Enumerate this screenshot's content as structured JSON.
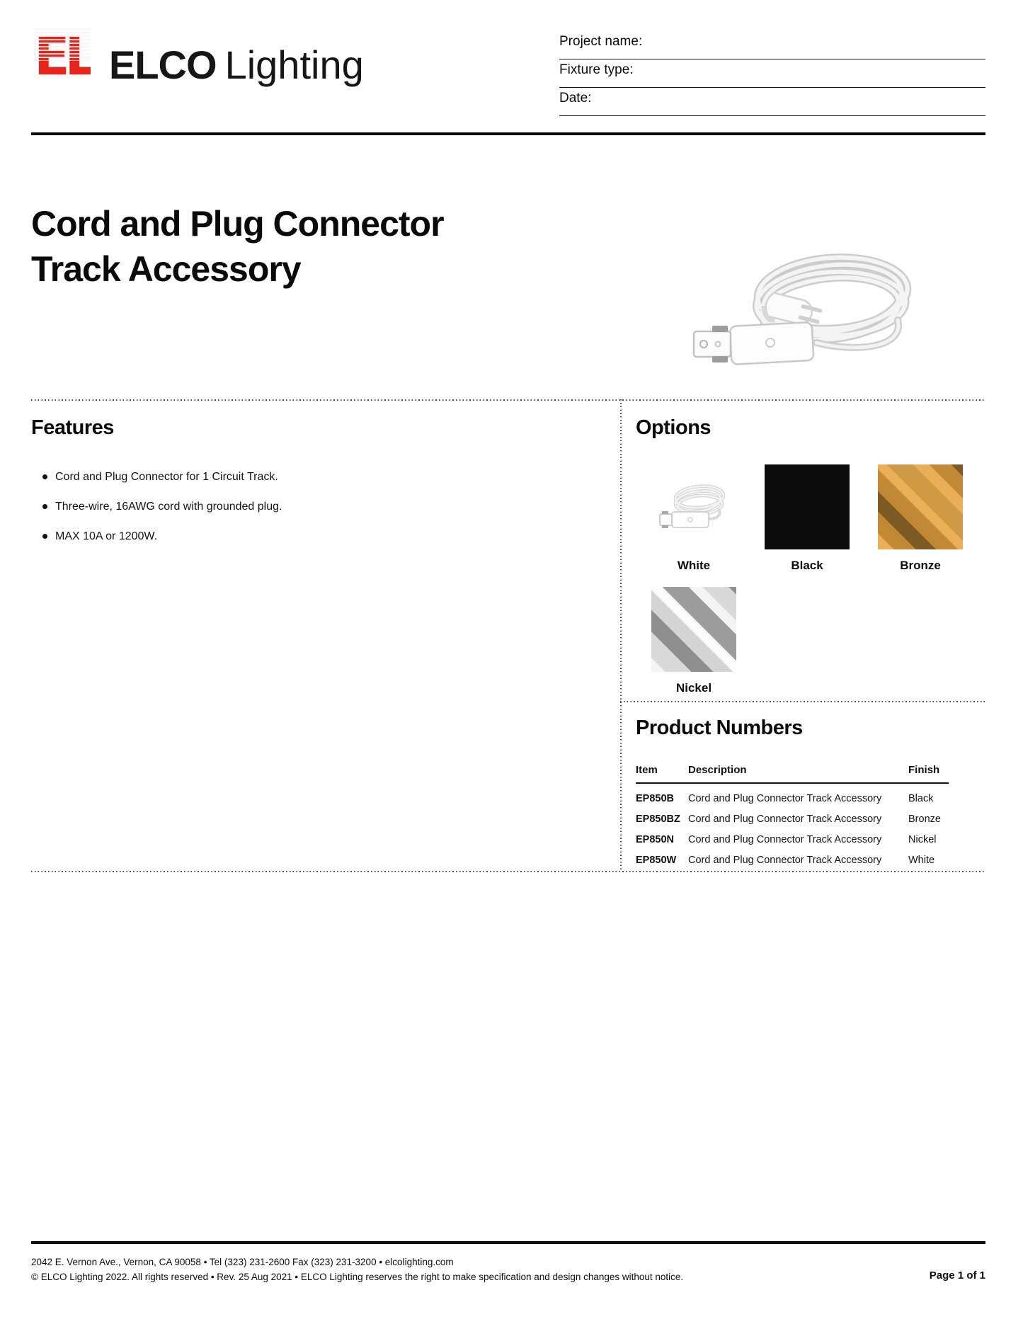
{
  "brand": {
    "mark": "EL",
    "name_bold": "ELCO",
    "name_light": "Lighting"
  },
  "header_fields": [
    {
      "label": "Project name:",
      "value": ""
    },
    {
      "label": "Fixture type:",
      "value": ""
    },
    {
      "label": "Date:",
      "value": ""
    }
  ],
  "title": {
    "line1": "Cord and Plug Connector",
    "line2": "Track Accessory"
  },
  "features": {
    "heading": "Features",
    "items": [
      "Cord and Plug Connector for 1 Circuit Track.",
      "Three-wire, 16AWG cord with grounded plug.",
      "MAX 10A or 1200W."
    ]
  },
  "options": {
    "heading": "Options",
    "finishes": [
      {
        "label": "White",
        "swatch": "product-photo"
      },
      {
        "label": "Black",
        "swatch": "solid-black"
      },
      {
        "label": "Bronze",
        "swatch": "bronze-stripes"
      },
      {
        "label": "Nickel",
        "swatch": "nickel-stripes"
      }
    ]
  },
  "product_numbers": {
    "heading": "Product Numbers",
    "columns": [
      "Item",
      "Description",
      "Finish"
    ],
    "rows": [
      [
        "EP850B",
        "Cord and Plug Connector Track Accessory",
        "Black"
      ],
      [
        "EP850BZ",
        "Cord and Plug Connector Track Accessory",
        "Bronze"
      ],
      [
        "EP850N",
        "Cord and Plug Connector Track Accessory",
        "Nickel"
      ],
      [
        "EP850W",
        "Cord and Plug Connector Track Accessory",
        "White"
      ]
    ]
  },
  "footer": {
    "line1": "2042 E. Vernon Ave., Vernon, CA 90058 • Tel (323) 231-2600 Fax (323) 231-3200 • elcolighting.com",
    "line2": "© ELCO Lighting 2022. All rights reserved • Rev. 25 Aug 2021 • ELCO Lighting reserves the right to make specification and design changes without notice.",
    "page": "Page 1 of 1"
  },
  "colors": {
    "brand_red": "#e8251c",
    "swatch_black": "#0c0c0c",
    "bronze_tones": [
      "#eaaf56",
      "#c18836",
      "#7e5b22"
    ],
    "nickel_tones": [
      "#f4f4f4",
      "#d9d9d9",
      "#8f8f8f"
    ]
  }
}
